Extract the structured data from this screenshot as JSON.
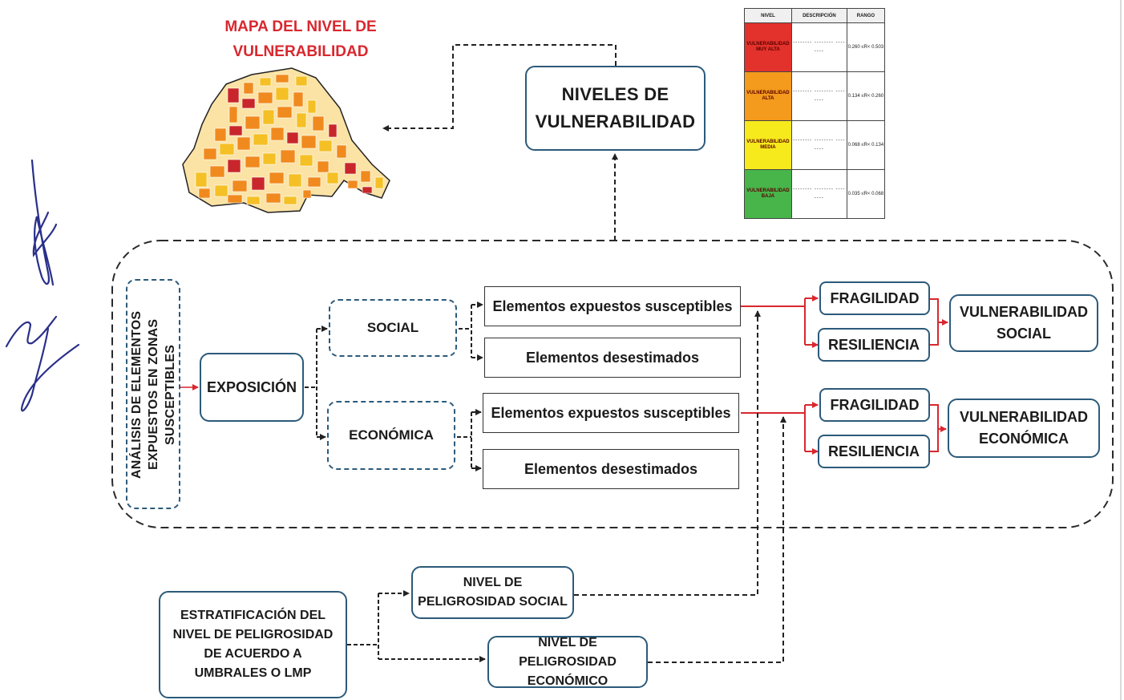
{
  "map": {
    "title": "MAPA DEL NIVEL DE VULNERABILIDAD",
    "colors": {
      "very_high": "#c8262b",
      "high": "#f08a1e",
      "medium": "#f5c026",
      "low": "#fae3a0"
    }
  },
  "niveles_box": "NIVELES DE VULNERABILIDAD",
  "legend": {
    "headers": [
      "NIVEL",
      "DESCRIPCIÓN",
      "RANGO"
    ],
    "rows": [
      {
        "nivel": "VULNERABILIDAD MUY ALTA",
        "descripcion": "-------- -------- --------",
        "rango": "0.260 ≤R< 0.503",
        "color": "#e2322b"
      },
      {
        "nivel": "VULNERABILIDAD ALTA",
        "descripcion": "-------- -------- --------",
        "rango": "0.134 ≤R< 0.260",
        "color": "#f49a1c"
      },
      {
        "nivel": "VULNERABILIDAD MEDIA",
        "descripcion": "-------- -------- --------",
        "rango": "0.068 ≤R< 0.134",
        "color": "#f6ea1c"
      },
      {
        "nivel": "VULNERABILIDAD BAJA",
        "descripcion": "-------- -------- --------",
        "rango": "0.035 ≤R< 0.068",
        "color": "#47b54a"
      }
    ]
  },
  "analysis_label": "ANÁLISIS DE ELEMENTOS EXPUESTOS EN ZONAS SUSCEPTIBLES",
  "exposicion": "EXPOSICIÓN",
  "social": "SOCIAL",
  "economica": "ECONÓMICA",
  "elements": {
    "social_exp": "Elementos expuestos susceptibles",
    "social_des": "Elementos desestimados",
    "econ_exp": "Elementos expuestos susceptibles",
    "econ_des": "Elementos desestimados"
  },
  "factors": {
    "fragilidad_social": "FRAGILIDAD",
    "resiliencia_social": "RESILIENCIA",
    "fragilidad_econ": "FRAGILIDAD",
    "resiliencia_econ": "RESILIENCIA"
  },
  "vuln_social": "VULNERABILIDAD SOCIAL",
  "vuln_econ": "VULNERABILIDAD ECONÓMICA",
  "estratificacion": "ESTRATIFICACIÓN DEL NIVEL DE PELIGROSIDAD DE ACUERDO A UMBRALES O LMP",
  "peligro_social": "NIVEL DE PELIGROSIDAD SOCIAL",
  "peligro_econ": "NIVEL DE PELIGROSIDAD ECONÓMICO",
  "colors": {
    "box_border": "#2c5a7a",
    "red_connector": "#d9272e",
    "map_title": "#d9272e"
  }
}
